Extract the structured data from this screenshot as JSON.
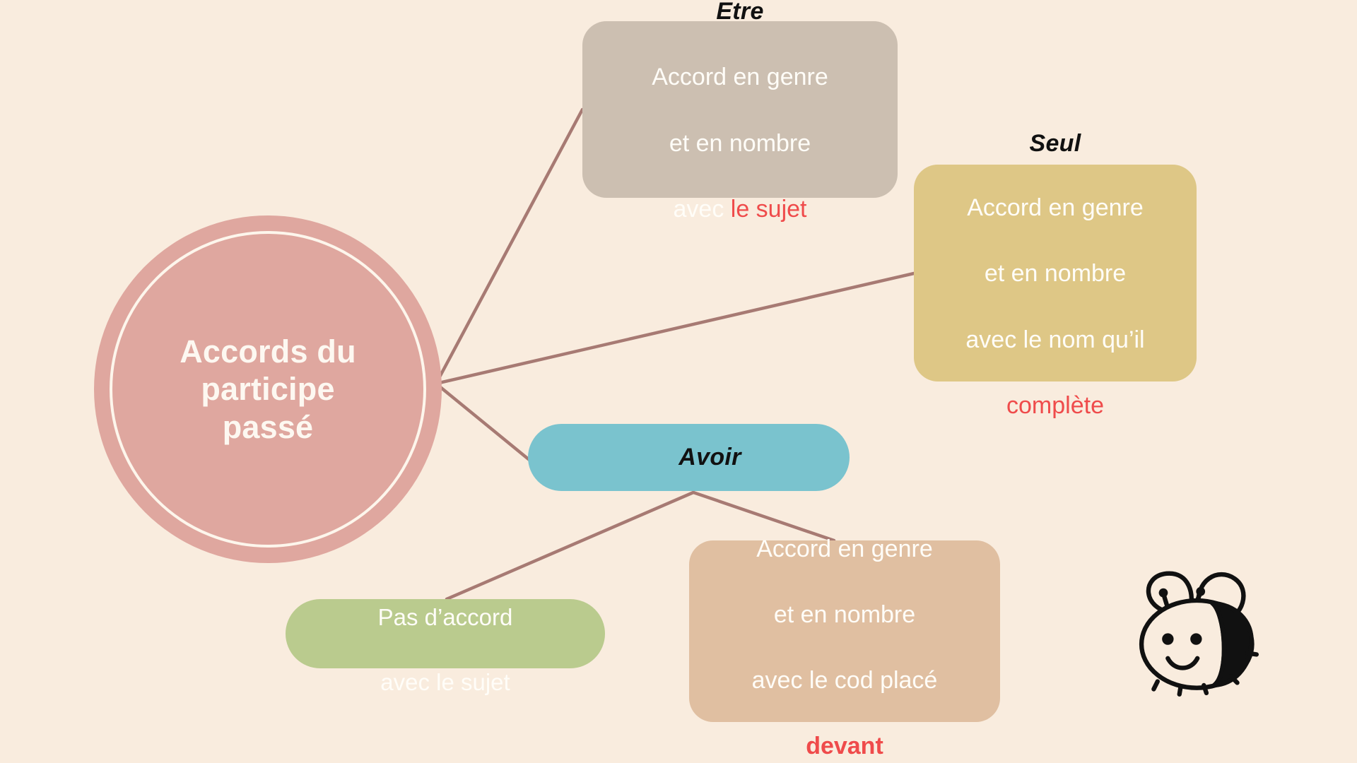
{
  "page": {
    "title": "Accords du participe passé",
    "background_color": "#F9ECDE",
    "connector_color": "#A77A73"
  },
  "center": {
    "label": "Accords du\nparticipe\npassé",
    "fill_color": "#DFA79F",
    "ring_color": "#FDF6EC",
    "text_color": "#FDF8F1"
  },
  "nodes": {
    "etre": {
      "title": "Etre",
      "body_line1": "Accord en genre",
      "body_line2": "et en nombre",
      "body_line3_prefix": "avec ",
      "body_line3_highlight": "le sujet",
      "fill_color": "#CCBFB1",
      "highlight_color": "#EF4B4B"
    },
    "seul": {
      "title": "Seul",
      "body_line1": "Accord en genre",
      "body_line2": "et en nombre",
      "body_line3": "avec le nom qu’il",
      "body_line4_highlight": "complète",
      "fill_color": "#DEC786",
      "highlight_color": "#EF4B4B"
    },
    "avoir": {
      "title": "Avoir",
      "fill_color": "#7AC3CE"
    },
    "pas_daccord": {
      "body_line1": "Pas d’accord",
      "body_line2": "avec le sujet",
      "fill_color": "#BACB8E"
    },
    "cod": {
      "body_line1": "Accord en genre",
      "body_line2": "et en nombre",
      "body_line3": "avec le cod placé",
      "body_line4_highlight": "devant",
      "fill_color": "#E0BFA1",
      "highlight_color": "#EF4B4B"
    }
  },
  "mascot": {
    "name": "bee-mascot",
    "stroke_color": "#111111"
  }
}
